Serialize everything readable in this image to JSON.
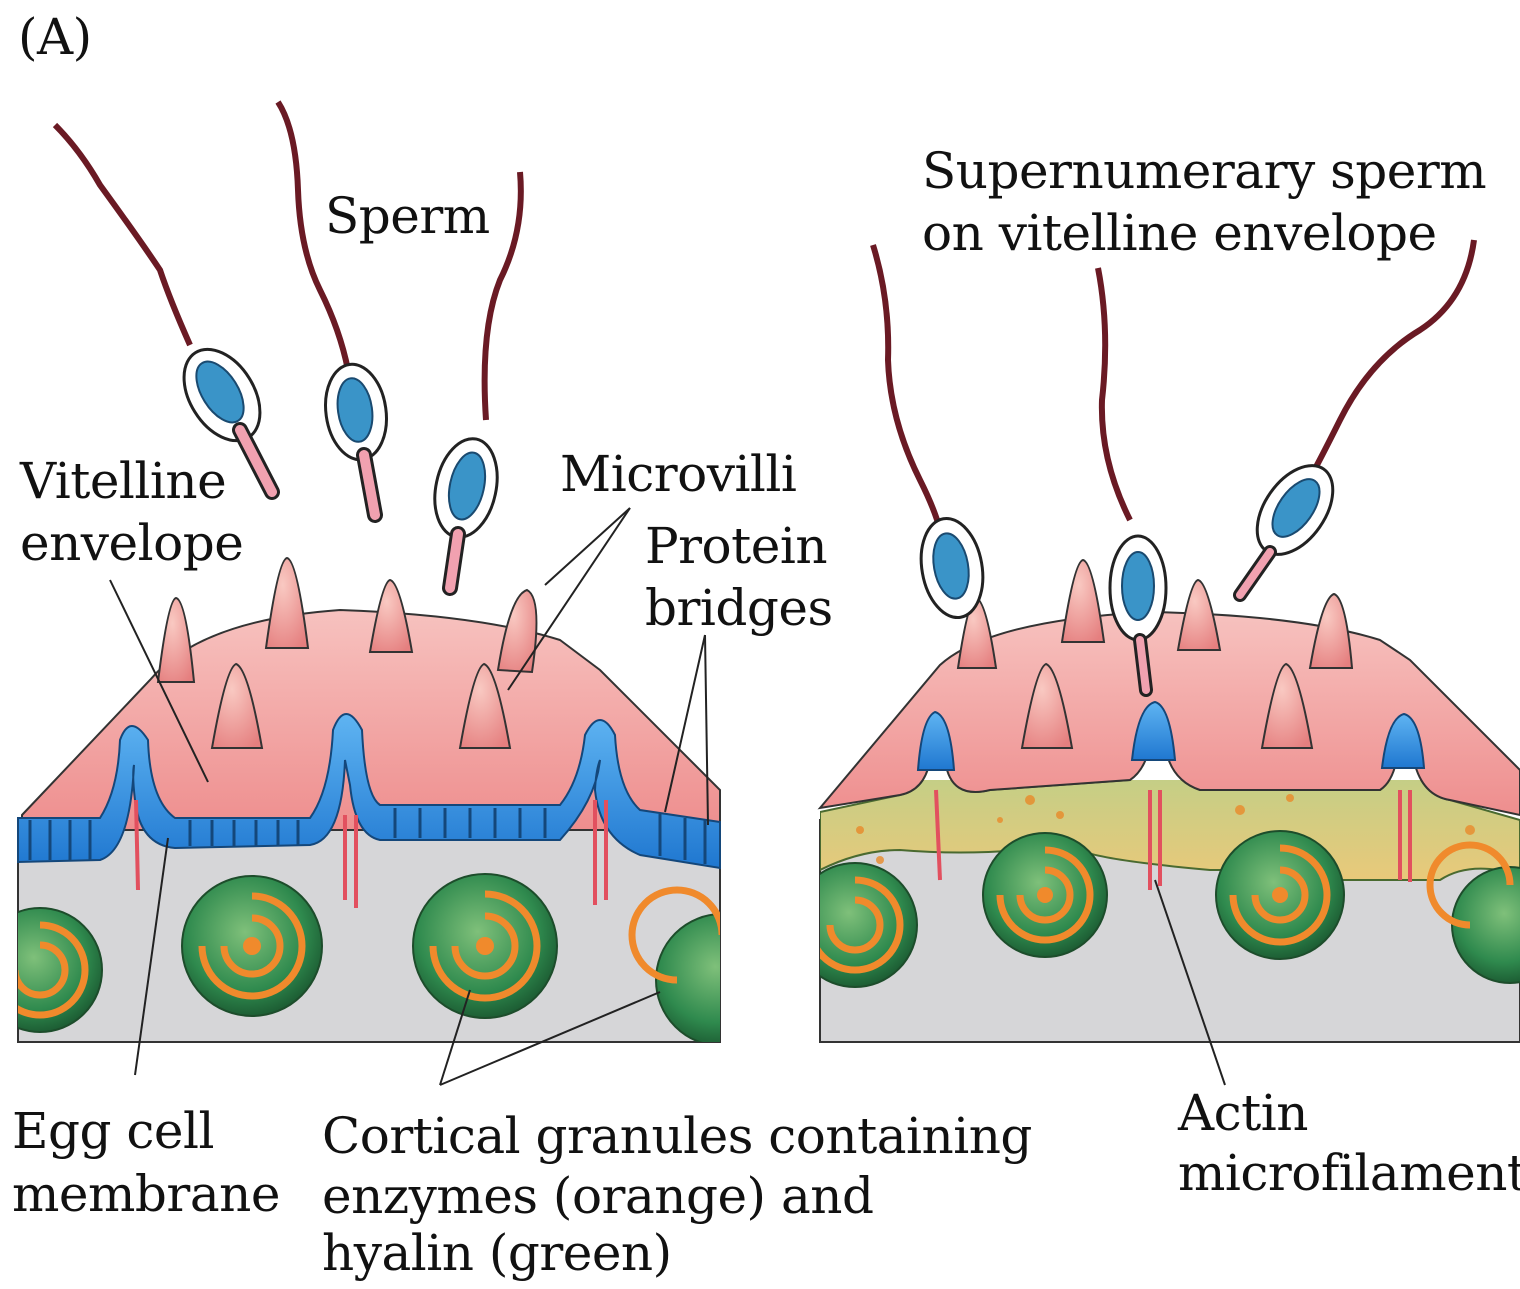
{
  "panel_letter": "(A)",
  "labels": {
    "sperm": "Sperm",
    "supernumerary_line1": "Supernumerary sperm",
    "supernumerary_line2": "on vitelline envelope",
    "vitelline_line1": "Vitelline",
    "vitelline_line2": "envelope",
    "microvilli": "Microvilli",
    "protein_line1": "Protein",
    "protein_line2": "bridges",
    "egg_line1": "Egg cell",
    "egg_line2": "membrane",
    "cortical_line1": "Cortical granules containing",
    "cortical_line2": "enzymes (orange) and",
    "cortical_line3": "hyalin (green)",
    "actin_line1": "Actin",
    "actin_line2": "microfilaments"
  },
  "colors": {
    "cytoplasm": "#d6d6d8",
    "egg_surface": "#f2a4a2",
    "vitelline_blue": "#2f8fe0",
    "granule_green": "#2f8a4e",
    "granule_orange": "#f08a2c",
    "sperm_tail": "#7a1f2a",
    "sperm_head": "#3a94c8",
    "filament_red": "#e2505f"
  }
}
